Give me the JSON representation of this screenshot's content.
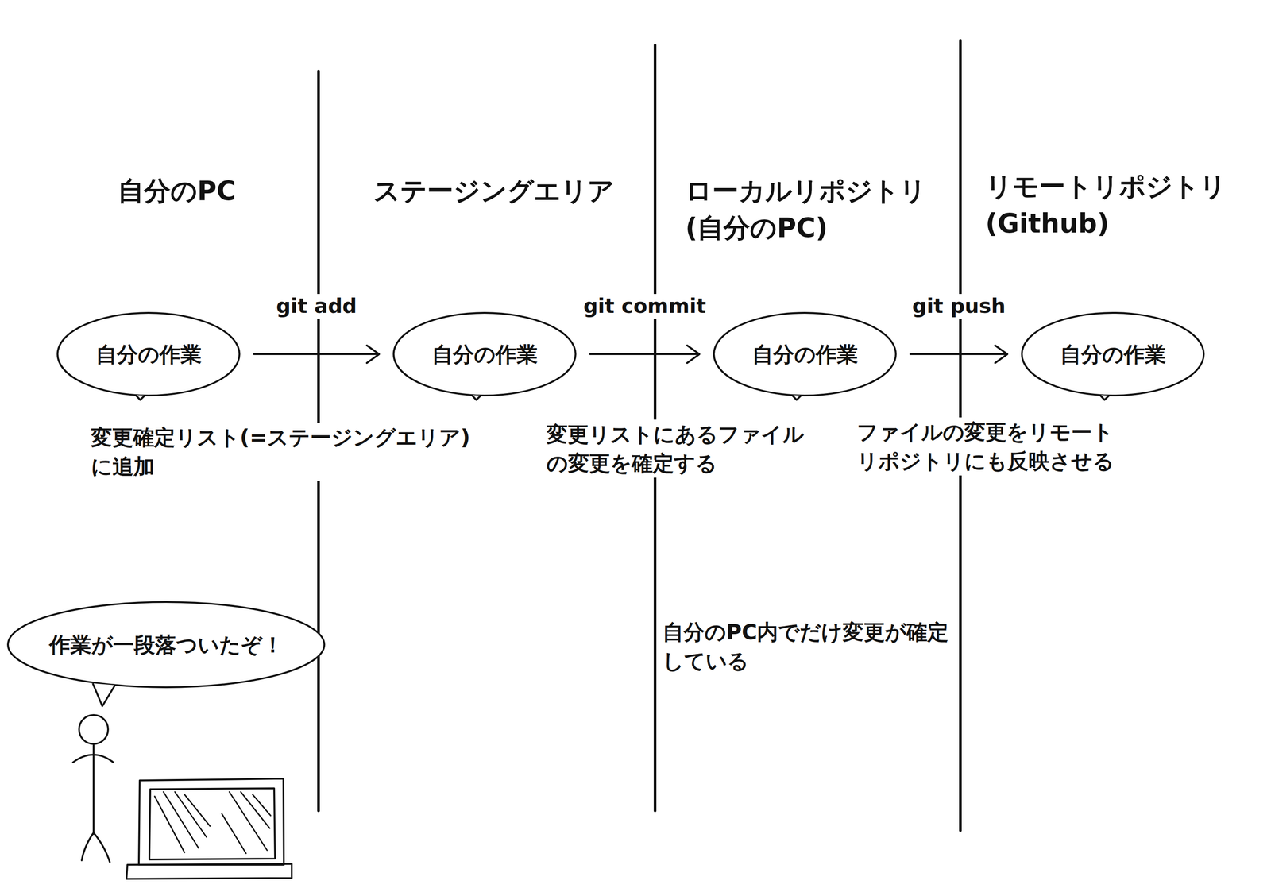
{
  "diagram": {
    "nodes": [
      {
        "text": [
          "自分の作業"
        ]
      },
      {
        "text": [
          "自分の作業"
        ]
      },
      {
        "text": [
          "自分の作業"
        ]
      },
      {
        "text": [
          "自分の作業"
        ]
      },
      {
        "text": [
          "作業が一段落ついたぞ！"
        ]
      }
    ],
    "edges": [
      {
        "from": 0,
        "to": 1,
        "label": "git add",
        "arrow": "to"
      },
      {
        "from": 1,
        "to": 2,
        "label": "git commit",
        "arrow": "to"
      },
      {
        "from": 2,
        "to": 3,
        "label": "git push",
        "arrow": "to"
      }
    ],
    "labels": [
      "自分のPC",
      "ステージングエリア",
      "ローカルリポジトリ (自分のPC)",
      "リモートリポジトリ (Github)",
      "変更確定リスト(=ステージングエリア) に追加",
      "変更リストにあるファイル の変更を確定する",
      "ファイルの変更をリモート リポジトリにも反映させる",
      "自分のPC内でだけ変更が確定 している"
    ]
  }
}
